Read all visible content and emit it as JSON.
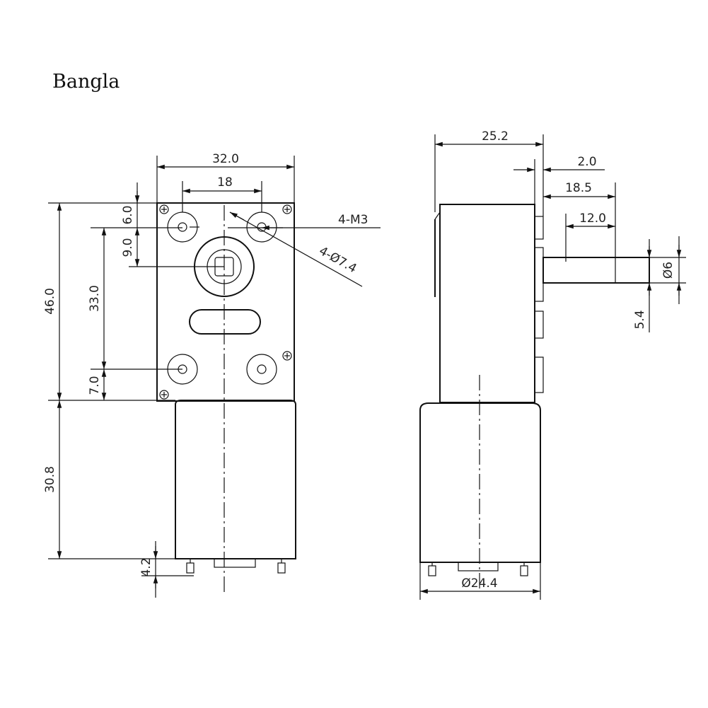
{
  "brand": "Bangla",
  "front_view": {
    "width_label": "32.0",
    "hole_spacing_label": "18",
    "top_offset_label": "6.0",
    "shaft_offset_label": "9.0",
    "height_label": "46.0",
    "hole_height_label": "33.0",
    "bottom_offset_label": "7.0",
    "motor_length_label": "30.8",
    "terminal_label": "4.2",
    "thread_label": "4-M3",
    "counterbore_label": "4-Ø7.4"
  },
  "side_view": {
    "depth_label": "25.2",
    "flange_label": "2.0",
    "shaft_total_label": "18.5",
    "shaft_flat_label": "12.0",
    "shaft_dia_label": "Ø6",
    "flat_label": "5.4",
    "motor_dia_label": "Ø24.4"
  }
}
